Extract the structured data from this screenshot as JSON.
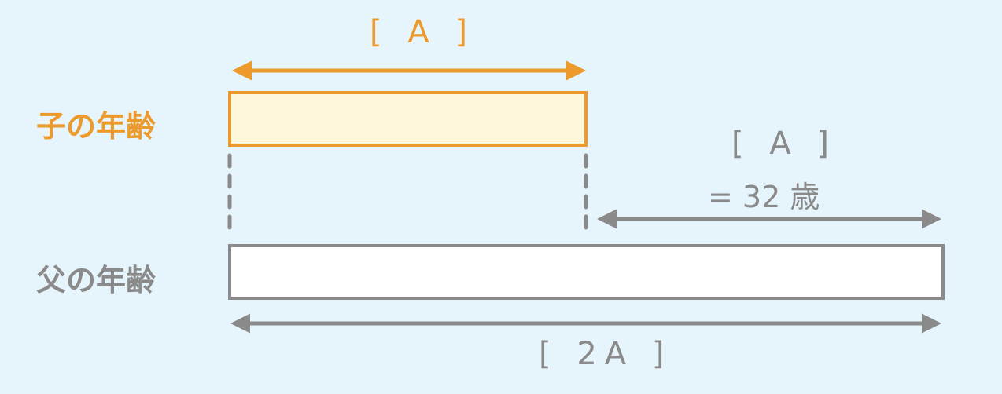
{
  "labels": {
    "child_age": "子の年齢",
    "father_age": "父の年齢"
  },
  "annotations": {
    "child_bar": "[ A ]",
    "difference": "[ A ]",
    "difference_value": "= 32 歳",
    "father_bar": "[ 2A ]"
  },
  "colors": {
    "background": "#e6f4fc",
    "child": "#ec9a2c",
    "child_fill": "#fdf7dc",
    "father": "#8a8a8a",
    "father_fill": "#ffffff"
  }
}
